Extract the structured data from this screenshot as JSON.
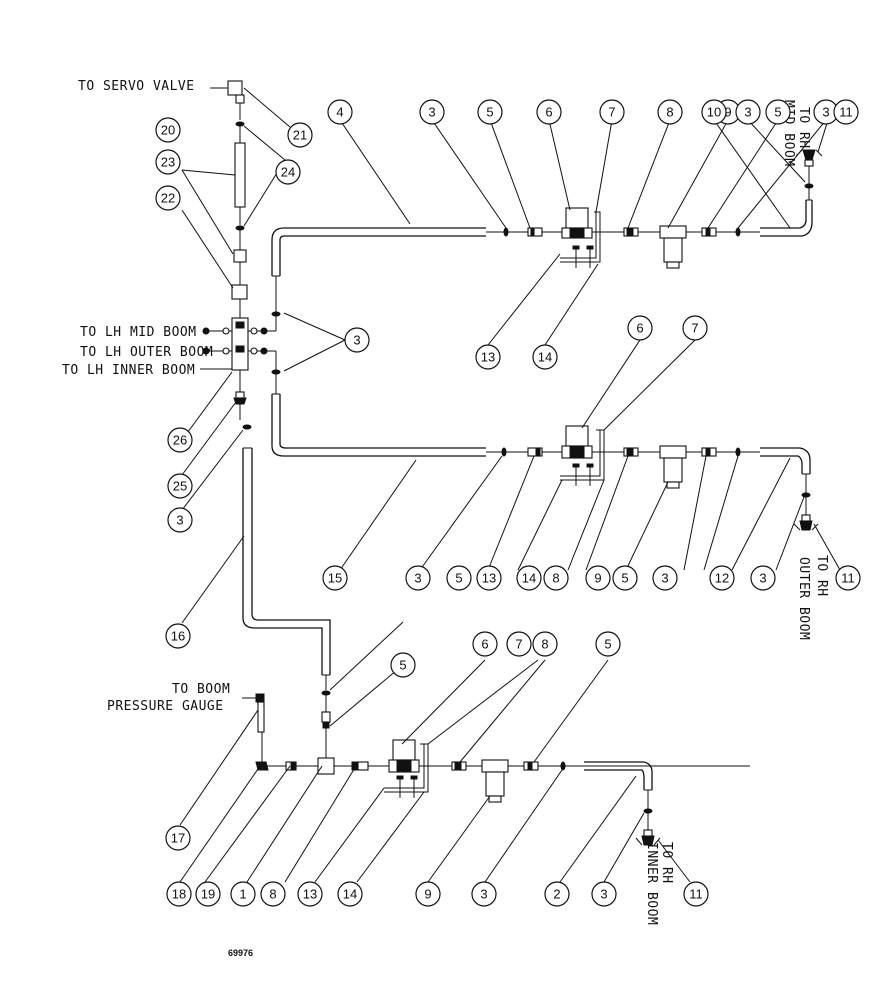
{
  "labels": {
    "servo": "TO SERVO VALVE",
    "lh_mid": "TO LH MID BOOM",
    "lh_outer": "TO LH OUTER BOOM",
    "lh_inner": "TO LH INNER BOOM",
    "gauge_1": "TO BOOM",
    "gauge_2": "PRESSURE GAUGE",
    "rh_mid_1": "TO RH",
    "rh_mid_2": "MID BOOM",
    "rh_outer_1": "TO RH",
    "rh_outer_2": "OUTER BOOM",
    "rh_inner_1": "TO RH",
    "rh_inner_2": "INNER BOOM"
  },
  "figure_number": "69976",
  "callouts": {
    "top": [
      "3",
      "5",
      "6",
      "7",
      "8",
      "9",
      "5",
      "3",
      "10",
      "3",
      "11",
      "4",
      "13",
      "14"
    ],
    "left": [
      "21",
      "20",
      "23",
      "24",
      "22",
      "3",
      "26",
      "25",
      "3",
      "16"
    ],
    "middle": [
      "6",
      "7",
      "15",
      "3",
      "5",
      "13",
      "14",
      "8",
      "9",
      "5",
      "3",
      "12",
      "3",
      "11"
    ],
    "bottom": [
      "5",
      "6",
      "7",
      "8",
      "5",
      "17",
      "18",
      "19",
      "1",
      "8",
      "13",
      "14",
      "9",
      "3",
      "2",
      "3",
      "11"
    ]
  }
}
